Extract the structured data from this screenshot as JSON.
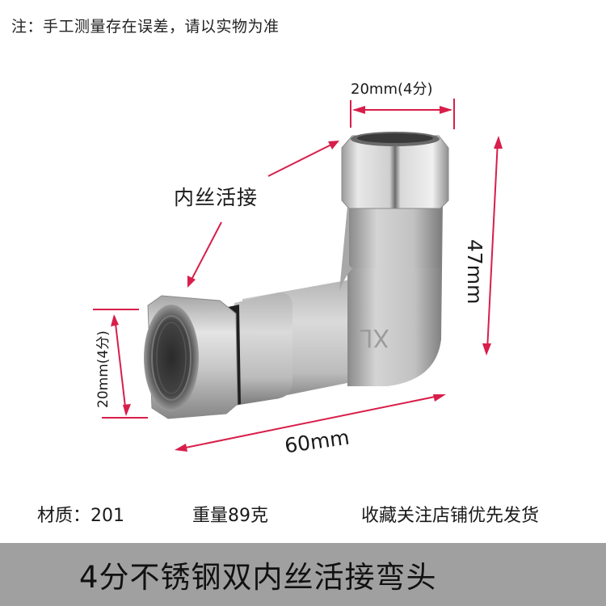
{
  "note": "注：手工测量存在误差，请以实物为准",
  "product": {
    "name": "4分不锈钢双内丝活接弯头",
    "image_icon": "pipe-elbow-fitting-icon",
    "embossed_mark": "XL",
    "dimensions": {
      "top_opening": "20mm(4分)",
      "side_opening": "20mm(4分)",
      "height": "47mm",
      "length": "60mm"
    },
    "callout": "内丝活接",
    "colors": {
      "arrow": "#d81e4a",
      "banner": "#a0a0a0",
      "metal_light": "#e6e6e6",
      "metal_dark": "#8a8a8a"
    }
  },
  "specs": {
    "material": "材质：201",
    "weight": "重量89克",
    "promo": "收藏关注店铺优先发货"
  },
  "banner": {
    "title": "4分不锈钢双内丝活接弯头"
  }
}
